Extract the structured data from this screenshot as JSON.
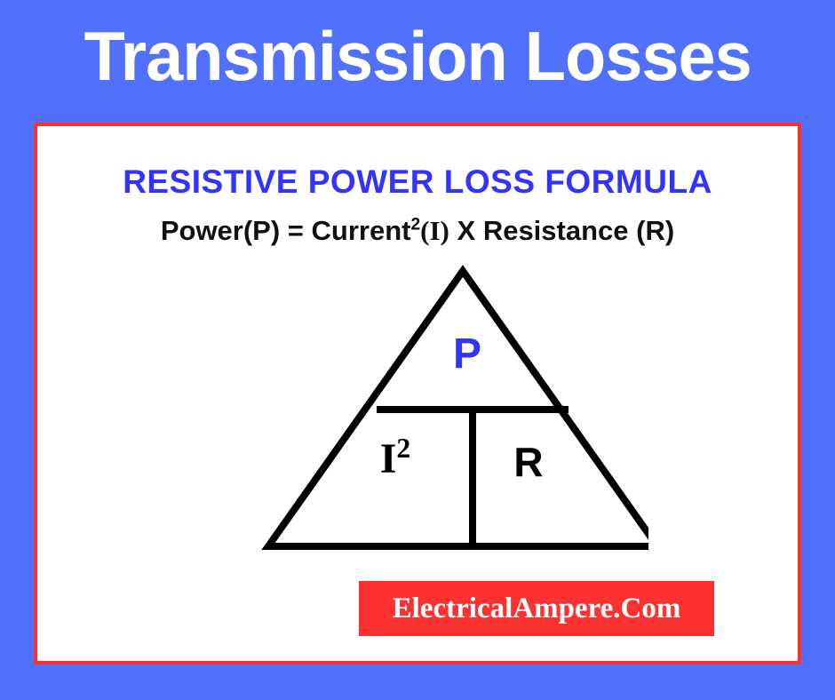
{
  "page": {
    "title": "Transmission Losses",
    "background_color": "#5271FB"
  },
  "card": {
    "background_color": "#FFFFFF",
    "border_color": "#FC3030",
    "heading": "RESISTIVE POWER LOSS FORMULA",
    "heading_color": "#3333FF",
    "equation": {
      "full_text": "Power(P) =  Current2(I) X Resistance (R)",
      "part_left": "Power(P) = ",
      "part_current": "Current",
      "part_exponent": "2",
      "part_current_symbol": "(I)",
      "part_times": "X",
      "part_resistance": "Resistance (R)",
      "color": "#111111"
    }
  },
  "triangle": {
    "description": "power-triangle",
    "stroke_color": "#000000",
    "top_cell": {
      "label": "P",
      "color": "#3333FF"
    },
    "bottom_left_cell": {
      "label": "I",
      "exponent": "2",
      "color": "#000000"
    },
    "bottom_right_cell": {
      "label": "R",
      "color": "#000000"
    }
  },
  "badge": {
    "text": "ElectricalAmpere.Com",
    "background_color": "#FC3232",
    "text_color": "#FFFFFF"
  }
}
